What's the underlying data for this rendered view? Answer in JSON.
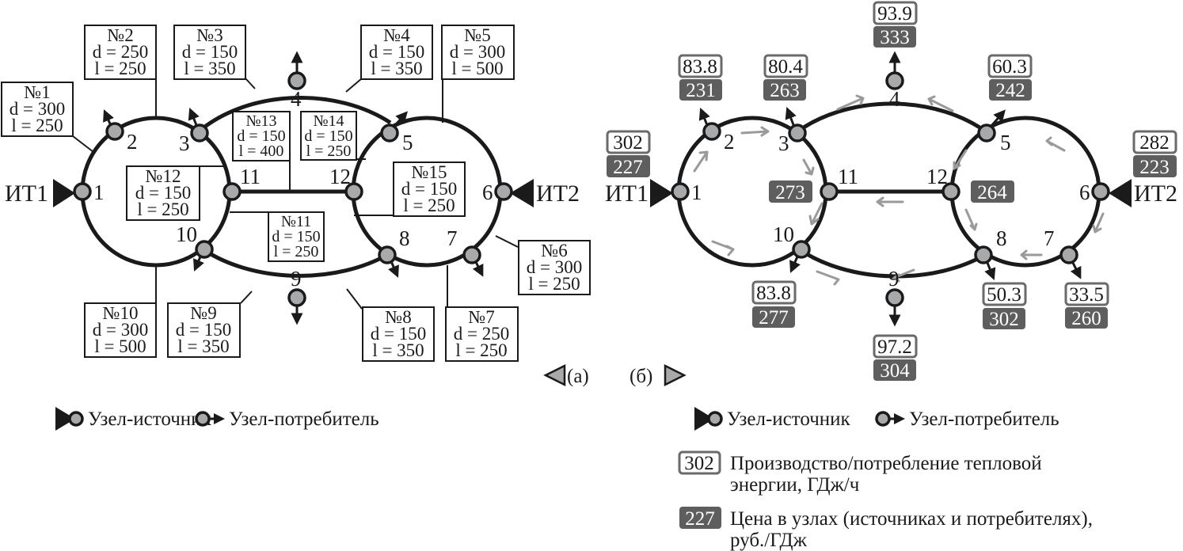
{
  "panels": {
    "a": {
      "label": "(а)",
      "sources": [
        {
          "node": "1",
          "label": "ИТ1"
        },
        {
          "node": "6",
          "label": "ИТ2"
        }
      ],
      "nodes": [
        "1",
        "2",
        "3",
        "4",
        "5",
        "6",
        "7",
        "8",
        "9",
        "10",
        "11",
        "12"
      ],
      "pipes": [
        {
          "id": "№1",
          "d": "d = 300",
          "l": "l = 250"
        },
        {
          "id": "№2",
          "d": "d = 250",
          "l": "l = 250"
        },
        {
          "id": "№3",
          "d": "d = 150",
          "l": "l = 350"
        },
        {
          "id": "№4",
          "d": "d = 150",
          "l": "l = 350"
        },
        {
          "id": "№5",
          "d": "d = 300",
          "l": "l = 500"
        },
        {
          "id": "№6",
          "d": "d = 300",
          "l": "l = 250"
        },
        {
          "id": "№7",
          "d": "d = 250",
          "l": "l = 250"
        },
        {
          "id": "№8",
          "d": "d = 150",
          "l": "l = 350"
        },
        {
          "id": "№9",
          "d": "d = 150",
          "l": "l = 350"
        },
        {
          "id": "№10",
          "d": "d = 300",
          "l": "l = 500"
        },
        {
          "id": "№11",
          "d": "d = 150",
          "l": "l = 250"
        },
        {
          "id": "№12",
          "d": "d = 150",
          "l": "l = 250"
        },
        {
          "id": "№13",
          "d": "d = 150",
          "l": "l = 400"
        },
        {
          "id": "№14",
          "d": "d = 150",
          "l": "l = 250"
        },
        {
          "id": "№15",
          "d": "d = 150",
          "l": "l = 250"
        }
      ],
      "legend": {
        "source": "Узел-источник",
        "consumer": "Узел-потребитель"
      }
    },
    "b": {
      "label": "(б)",
      "sources": [
        {
          "node": "1",
          "label": "ИТ1",
          "energy": "302",
          "price": "227"
        },
        {
          "node": "6",
          "label": "ИТ2",
          "energy": "282",
          "price": "223"
        }
      ],
      "nodes": [
        "1",
        "2",
        "3",
        "4",
        "5",
        "6",
        "7",
        "8",
        "9",
        "10",
        "11",
        "12"
      ],
      "consumers": [
        {
          "node": "2",
          "energy": "83.8",
          "price": "231"
        },
        {
          "node": "3",
          "energy": "80.4",
          "price": "263"
        },
        {
          "node": "4",
          "energy": "93.9",
          "price": "333"
        },
        {
          "node": "5",
          "energy": "60.3",
          "price": "242"
        },
        {
          "node": "7",
          "energy": "33.5",
          "price": "260"
        },
        {
          "node": "8",
          "energy": "50.3",
          "price": "302"
        },
        {
          "node": "9",
          "energy": "97.2",
          "price": "304"
        },
        {
          "node": "10",
          "energy": "83.8",
          "price": "277"
        }
      ],
      "junctions": [
        {
          "node": "11",
          "price": "273"
        },
        {
          "node": "12",
          "price": "264"
        }
      ],
      "legend": {
        "source": "Узел-источник",
        "consumer": "Узел-потребитель",
        "energy_sample": "302",
        "energy_desc_1": "Производство/потребление тепловой",
        "energy_desc_2": "энергии, ГДж/ч",
        "price_sample": "227",
        "price_desc_1": "Цена в узлах (источниках и потребителях),",
        "price_desc_2": "руб./ГДж"
      }
    }
  },
  "colors": {
    "line": "#1a1a1a",
    "node_fill": "#a7a9ab",
    "flow_arrow": "#9a9a9a",
    "price_box": "#5e5e5e",
    "energy_box_border": "#6a6a6a"
  }
}
